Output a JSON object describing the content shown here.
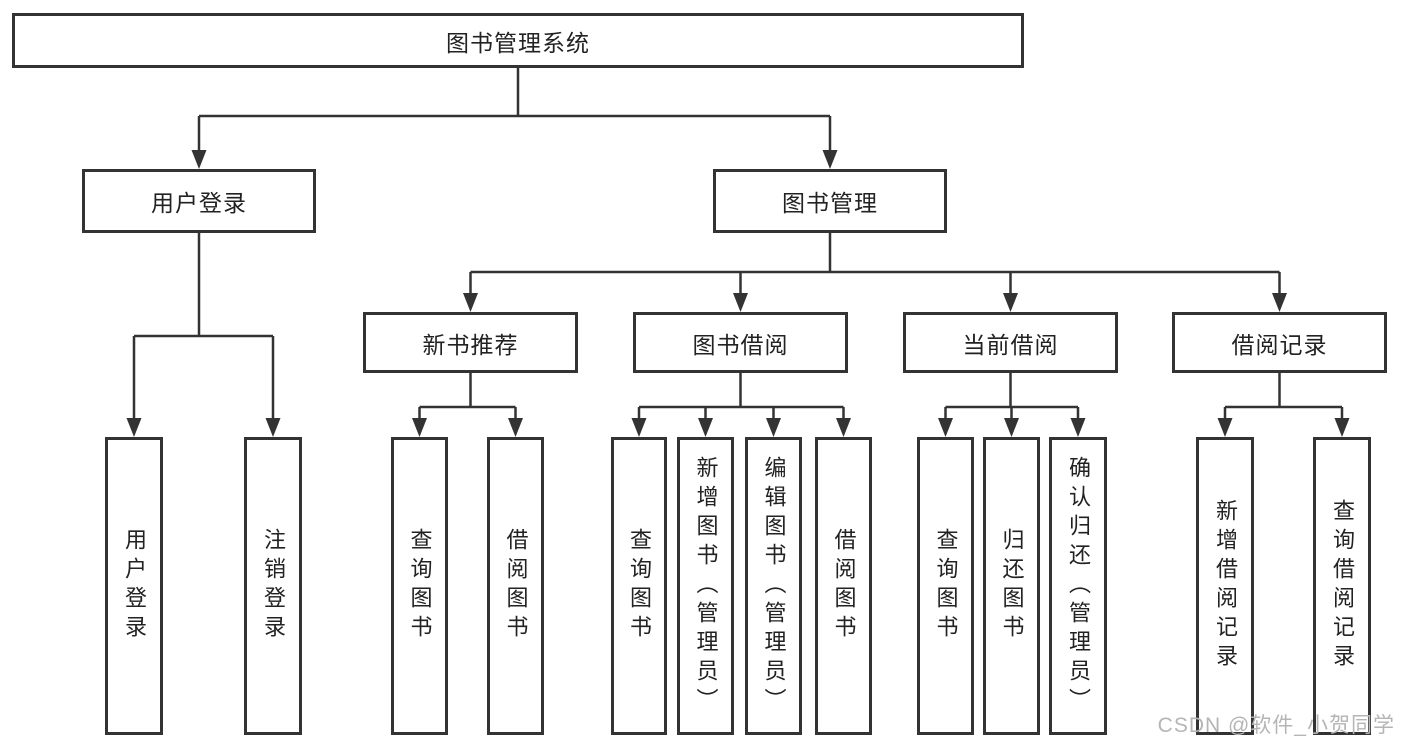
{
  "diagram": {
    "title": "图书管理系统",
    "level2": {
      "user_login": "用户登录",
      "book_management": "图书管理"
    },
    "level3": {
      "new_book_recommend": "新书推荐",
      "book_borrow": "图书借阅",
      "current_borrow": "当前借阅",
      "borrow_records": "借阅记录"
    },
    "leaves": {
      "user_login_leaf": "用户登录",
      "logout": "注销登录",
      "rec_query_books": "查询图书",
      "rec_borrow_books": "借阅图书",
      "bb_query_books": "查询图书",
      "bb_add_books": "新增图书（管理员）",
      "bb_edit_books": "编辑图书（管理员）",
      "bb_borrow_books": "借阅图书",
      "cb_query_books": "查询图书",
      "cb_return_books": "归还图书",
      "cb_confirm_return": "确认归还（管理员）",
      "br_add_record": "新增借阅记录",
      "br_query_record": "查询借阅记录"
    }
  },
  "watermark": "CSDN @软件_小贺同学",
  "colors": {
    "line": "#333333",
    "text": "#222222",
    "watermark": "#b5b5b5",
    "background": "#ffffff"
  }
}
